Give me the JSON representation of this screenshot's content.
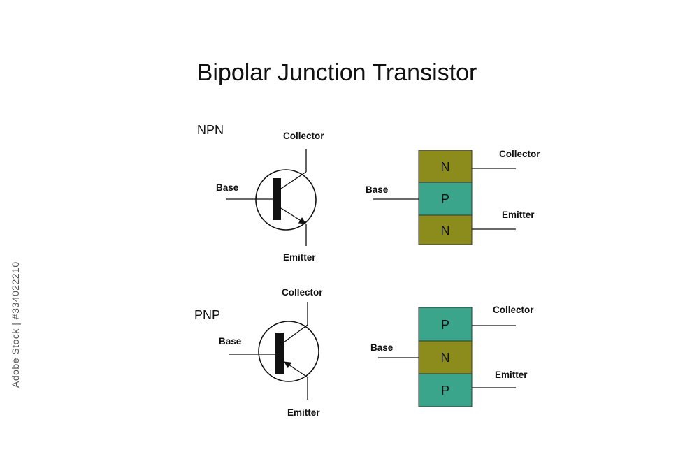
{
  "title": "Bipolar Junction Transistor",
  "colors": {
    "n_layer": "#8c8c1c",
    "p_layer": "#3aa58a",
    "line": "#111111",
    "background": "#ffffff"
  },
  "npn": {
    "name": "NPN",
    "symbol": {
      "collector": "Collector",
      "base": "Base",
      "emitter": "Emitter"
    },
    "layers": [
      {
        "letter": "N",
        "color": "#8c8c1c"
      },
      {
        "letter": "P",
        "color": "#3aa58a"
      },
      {
        "letter": "N",
        "color": "#8c8c1c"
      }
    ],
    "block_labels": {
      "collector": "Collector",
      "base": "Base",
      "emitter": "Emitter"
    }
  },
  "pnp": {
    "name": "PNP",
    "symbol": {
      "collector": "Collector",
      "base": "Base",
      "emitter": "Emitter"
    },
    "layers": [
      {
        "letter": "P",
        "color": "#3aa58a"
      },
      {
        "letter": "N",
        "color": "#8c8c1c"
      },
      {
        "letter": "P",
        "color": "#3aa58a"
      }
    ],
    "block_labels": {
      "collector": "Collector",
      "base": "Base",
      "emitter": "Emitter"
    }
  },
  "stock_id": "Adobe Stock | #334022210"
}
